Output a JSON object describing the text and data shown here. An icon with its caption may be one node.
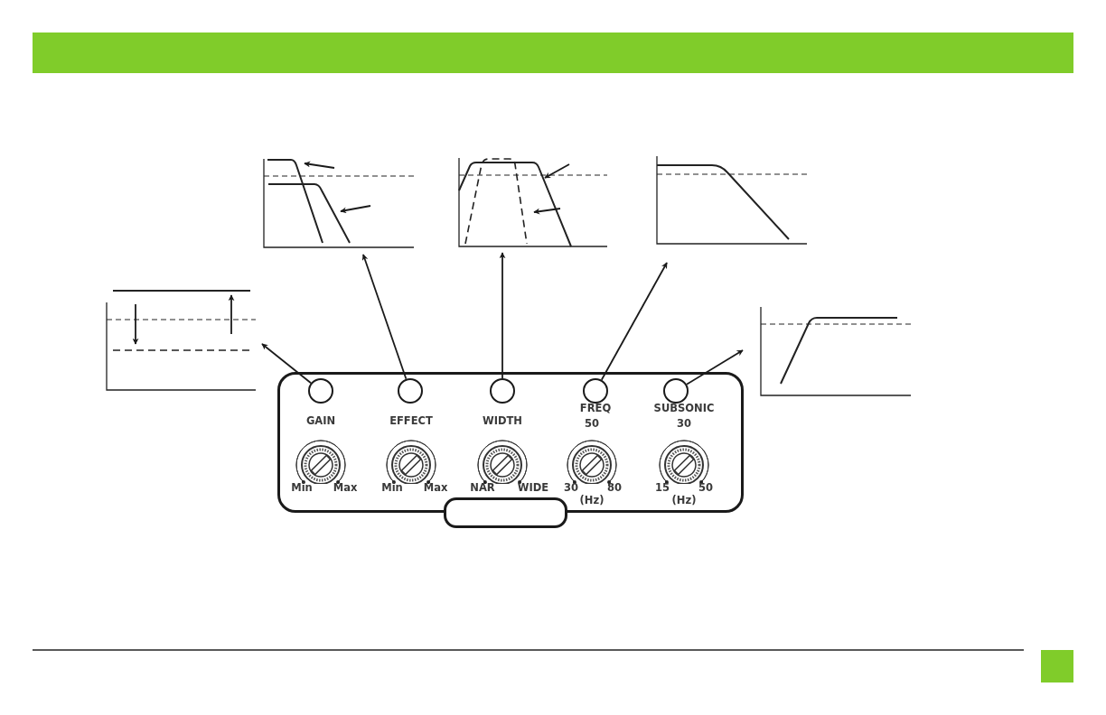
{
  "diagram": {
    "nodes": [
      {
        "text": [],
        "shape": "box"
      },
      {
        "text": [],
        "shape": "circle",
        "in": 0
      },
      {
        "text": [],
        "shape": "circle",
        "in": 0
      },
      {
        "text": [],
        "shape": "circle",
        "in": 0
      },
      {
        "text": [],
        "shape": "circle",
        "in": 0
      },
      {
        "text": [],
        "shape": "circle",
        "in": 0
      },
      {
        "text": [],
        "shape": "graph"
      },
      {
        "text": [],
        "shape": "graph"
      },
      {
        "text": [],
        "shape": "graph"
      },
      {
        "text": [],
        "shape": "graph"
      },
      {
        "text": [],
        "shape": "graph"
      }
    ],
    "edges": [
      {
        "from": 1,
        "to": 6,
        "arrow": "to"
      },
      {
        "from": 2,
        "to": 7,
        "arrow": "to"
      },
      {
        "from": 3,
        "to": 8,
        "arrow": "to"
      },
      {
        "from": 4,
        "to": 9,
        "arrow": "to"
      },
      {
        "from": 5,
        "to": 10,
        "arrow": "to"
      }
    ],
    "labels": [
      "GAIN",
      "Min",
      "Max",
      "EFFECT",
      "Min",
      "Max",
      "WIDTH",
      "NAR",
      "WIDE",
      "FREQ",
      "50",
      "30",
      "80",
      "(Hz)",
      "SUBSONIC",
      "30",
      "15",
      "50",
      "(Hz)"
    ]
  }
}
